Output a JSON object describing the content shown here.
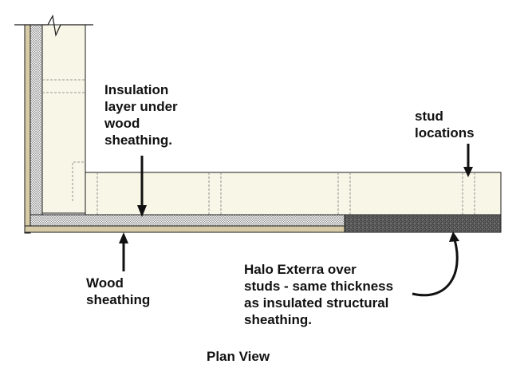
{
  "labels": {
    "insulation_layer": "Insulation\nlayer under\nwood\nsheathing.",
    "stud_locations": "stud\nlocations",
    "wood_sheathing": "Wood\nsheathing",
    "halo_exterra": "Halo Exterra over\nstuds - same thickness\nas insulated structural\nsheathing.",
    "caption": "Plan View"
  },
  "colors": {
    "stud_fill": "#f8f6e6",
    "wood_sheathing": "#d6cba6",
    "insulation_mesh": "#9c9c9c",
    "halo_exterra": "#5a5a5a",
    "outline": "#1a1a1a",
    "hidden_line": "#7a7a7a"
  }
}
